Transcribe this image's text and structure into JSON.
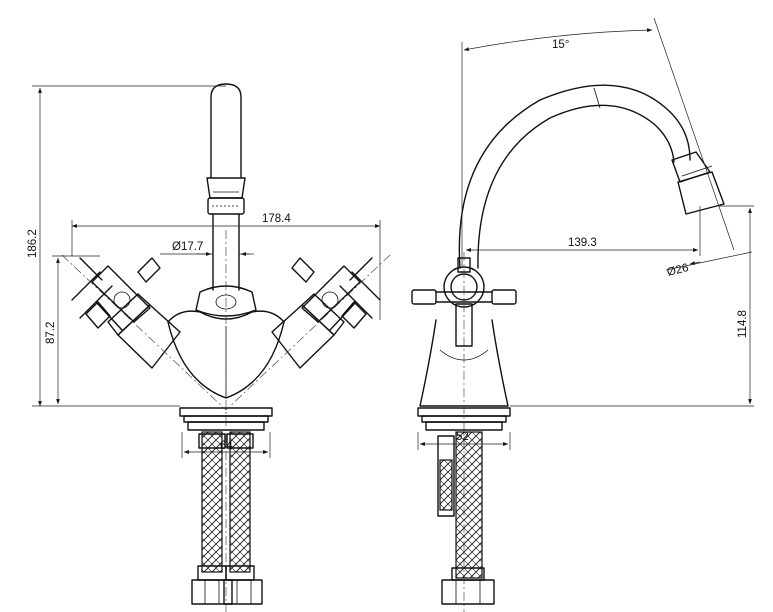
{
  "dimensions": {
    "front_height": "186.2",
    "front_width": "178.4",
    "front_diameter": "Ø17.7",
    "front_lower_height": "87.2",
    "front_base_width": "64",
    "angle": "15°",
    "side_reach": "139.3",
    "side_spout_diameter": "Ø26",
    "side_height": "114.8",
    "side_base_width": "52"
  },
  "colors": {
    "line": "#111111",
    "background": "#ffffff"
  }
}
